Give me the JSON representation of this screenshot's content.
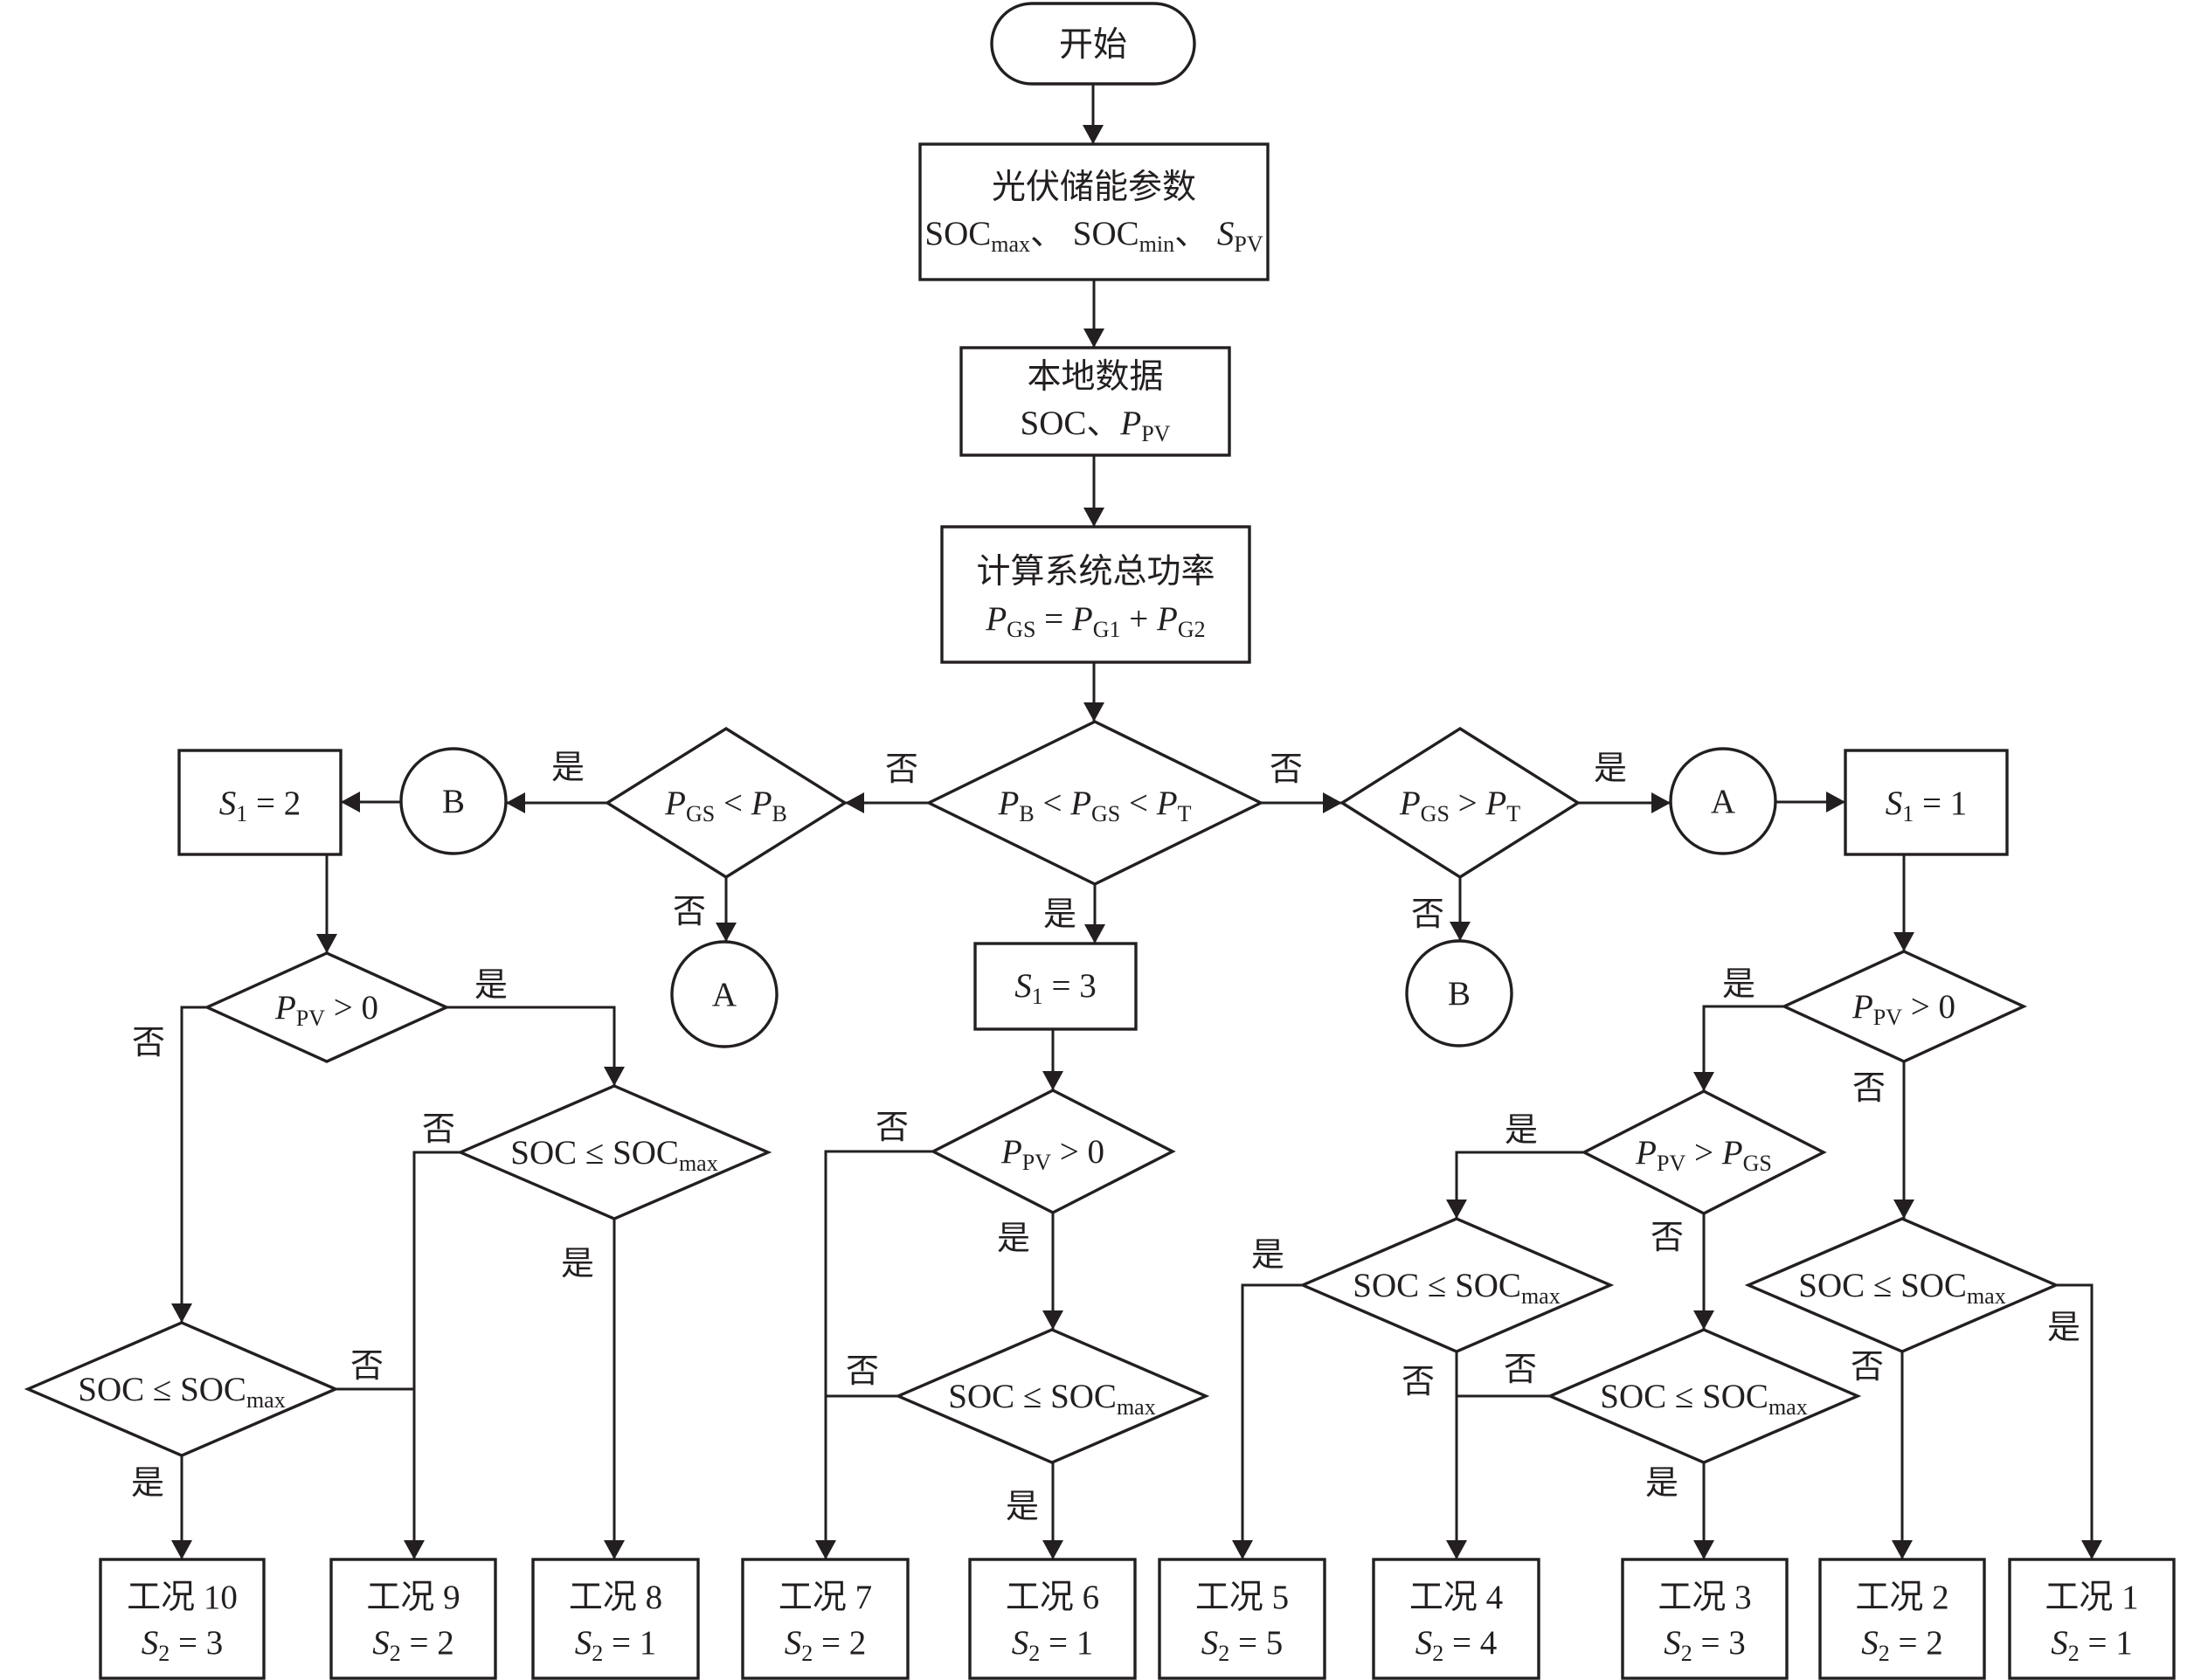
{
  "colors": {
    "stroke": "#231f20",
    "text": "#231f20",
    "background": "#ffffff"
  },
  "nodes": {
    "start": {
      "type": "terminator",
      "lines": [
        [
          {
            "t": "开始"
          }
        ]
      ]
    },
    "pv_storage_params": {
      "type": "process",
      "lines": [
        [
          {
            "t": "光伏储能参数"
          }
        ],
        [
          {
            "t": "SOC"
          },
          {
            "t": "max",
            "sub": true
          },
          {
            "t": "、 SOC"
          },
          {
            "t": "min",
            "sub": true
          },
          {
            "t": "、 "
          },
          {
            "t": "S",
            "var": true
          },
          {
            "t": "PV",
            "sub": true
          }
        ]
      ]
    },
    "local_data": {
      "type": "process",
      "lines": [
        [
          {
            "t": "本地数据"
          }
        ],
        [
          {
            "t": "SOC、"
          },
          {
            "t": "P",
            "var": true
          },
          {
            "t": "PV",
            "sub": true
          }
        ]
      ]
    },
    "calc_total_power": {
      "type": "process",
      "lines": [
        [
          {
            "t": "计算系统总功率"
          }
        ],
        [
          {
            "t": "P",
            "var": true
          },
          {
            "t": "GS",
            "sub": true
          },
          {
            "t": " = "
          },
          {
            "t": "P",
            "var": true
          },
          {
            "t": "G1",
            "sub": true
          },
          {
            "t": " + "
          },
          {
            "t": "P",
            "var": true
          },
          {
            "t": "G2",
            "sub": true
          }
        ]
      ]
    },
    "dec_pgs_between": {
      "type": "decision",
      "lines": [
        [
          {
            "t": "P",
            "var": true
          },
          {
            "t": "B",
            "sub": true
          },
          {
            "t": " < "
          },
          {
            "t": "P",
            "var": true
          },
          {
            "t": "GS",
            "sub": true
          },
          {
            "t": " < "
          },
          {
            "t": "P",
            "var": true
          },
          {
            "t": "T",
            "sub": true
          }
        ]
      ]
    },
    "dec_pgs_below": {
      "type": "decision",
      "lines": [
        [
          {
            "t": "P",
            "var": true
          },
          {
            "t": "GS",
            "sub": true
          },
          {
            "t": " < "
          },
          {
            "t": "P",
            "var": true
          },
          {
            "t": "B",
            "sub": true
          }
        ]
      ]
    },
    "dec_pgs_above": {
      "type": "decision",
      "lines": [
        [
          {
            "t": "P",
            "var": true
          },
          {
            "t": "GS",
            "sub": true
          },
          {
            "t": " > "
          },
          {
            "t": "P",
            "var": true
          },
          {
            "t": "T",
            "sub": true
          }
        ]
      ]
    },
    "conn_b_left": {
      "type": "connector",
      "lines": [
        [
          {
            "t": "B"
          }
        ]
      ]
    },
    "conn_a_right": {
      "type": "connector",
      "lines": [
        [
          {
            "t": "A"
          }
        ]
      ]
    },
    "conn_a_low": {
      "type": "connector",
      "lines": [
        [
          {
            "t": "A"
          }
        ]
      ]
    },
    "conn_b_high": {
      "type": "connector",
      "lines": [
        [
          {
            "t": "B"
          }
        ]
      ]
    },
    "s1_2": {
      "type": "process",
      "lines": [
        [
          {
            "t": "S",
            "var": true
          },
          {
            "t": "1",
            "sub": true
          },
          {
            "t": " = 2"
          }
        ]
      ]
    },
    "s1_3": {
      "type": "process",
      "lines": [
        [
          {
            "t": "S",
            "var": true
          },
          {
            "t": "1",
            "sub": true
          },
          {
            "t": " = 3"
          }
        ]
      ]
    },
    "s1_1": {
      "type": "process",
      "lines": [
        [
          {
            "t": "S",
            "var": true
          },
          {
            "t": "1",
            "sub": true
          },
          {
            "t": " = 1"
          }
        ]
      ]
    },
    "dec_ppv_left": {
      "type": "decision",
      "lines": [
        [
          {
            "t": "P",
            "var": true
          },
          {
            "t": "PV",
            "sub": true
          },
          {
            "t": " > 0"
          }
        ]
      ]
    },
    "dec_soc_left_upper": {
      "type": "decision",
      "lines": [
        [
          {
            "t": "SOC ≤ SOC"
          },
          {
            "t": "max",
            "sub": true
          }
        ]
      ]
    },
    "dec_soc_left_lower": {
      "type": "decision",
      "lines": [
        [
          {
            "t": "SOC ≤ SOC"
          },
          {
            "t": "max",
            "sub": true
          }
        ]
      ]
    },
    "dec_ppv_mid": {
      "type": "decision",
      "lines": [
        [
          {
            "t": "P",
            "var": true
          },
          {
            "t": "PV",
            "sub": true
          },
          {
            "t": " > 0"
          }
        ]
      ]
    },
    "dec_soc_mid": {
      "type": "decision",
      "lines": [
        [
          {
            "t": "SOC ≤ SOC"
          },
          {
            "t": "max",
            "sub": true
          }
        ]
      ]
    },
    "dec_ppv_right": {
      "type": "decision",
      "lines": [
        [
          {
            "t": "P",
            "var": true
          },
          {
            "t": "PV",
            "sub": true
          },
          {
            "t": " > 0"
          }
        ]
      ]
    },
    "dec_ppv_pgs_right": {
      "type": "decision",
      "lines": [
        [
          {
            "t": "P",
            "var": true
          },
          {
            "t": "PV",
            "sub": true
          },
          {
            "t": " > "
          },
          {
            "t": "P",
            "var": true
          },
          {
            "t": "GS",
            "sub": true
          }
        ]
      ]
    },
    "dec_soc_right_a": {
      "type": "decision",
      "lines": [
        [
          {
            "t": "SOC ≤ SOC"
          },
          {
            "t": "max",
            "sub": true
          }
        ]
      ]
    },
    "dec_soc_right_b": {
      "type": "decision",
      "lines": [
        [
          {
            "t": "SOC ≤ SOC"
          },
          {
            "t": "max",
            "sub": true
          }
        ]
      ]
    },
    "dec_soc_right_c": {
      "type": "decision",
      "lines": [
        [
          {
            "t": "SOC ≤ SOC"
          },
          {
            "t": "max",
            "sub": true
          }
        ]
      ]
    },
    "case_10": {
      "type": "outcome",
      "lines": [
        [
          {
            "t": "工况 10"
          }
        ],
        [
          {
            "t": "S",
            "var": true
          },
          {
            "t": "2",
            "sub": true
          },
          {
            "t": " = 3"
          }
        ]
      ]
    },
    "case_9": {
      "type": "outcome",
      "lines": [
        [
          {
            "t": "工况 9"
          }
        ],
        [
          {
            "t": "S",
            "var": true
          },
          {
            "t": "2",
            "sub": true
          },
          {
            "t": " = 2"
          }
        ]
      ]
    },
    "case_8": {
      "type": "outcome",
      "lines": [
        [
          {
            "t": "工况 8"
          }
        ],
        [
          {
            "t": "S",
            "var": true
          },
          {
            "t": "2",
            "sub": true
          },
          {
            "t": " = 1"
          }
        ]
      ]
    },
    "case_7": {
      "type": "outcome",
      "lines": [
        [
          {
            "t": "工况 7"
          }
        ],
        [
          {
            "t": "S",
            "var": true
          },
          {
            "t": "2",
            "sub": true
          },
          {
            "t": " = 2"
          }
        ]
      ]
    },
    "case_6": {
      "type": "outcome",
      "lines": [
        [
          {
            "t": "工况 6"
          }
        ],
        [
          {
            "t": "S",
            "var": true
          },
          {
            "t": "2",
            "sub": true
          },
          {
            "t": " = 1"
          }
        ]
      ]
    },
    "case_5": {
      "type": "outcome",
      "lines": [
        [
          {
            "t": "工况 5"
          }
        ],
        [
          {
            "t": "S",
            "var": true
          },
          {
            "t": "2",
            "sub": true
          },
          {
            "t": " = 5"
          }
        ]
      ]
    },
    "case_4": {
      "type": "outcome",
      "lines": [
        [
          {
            "t": "工况 4"
          }
        ],
        [
          {
            "t": "S",
            "var": true
          },
          {
            "t": "2",
            "sub": true
          },
          {
            "t": " = 4"
          }
        ]
      ]
    },
    "case_3": {
      "type": "outcome",
      "lines": [
        [
          {
            "t": "工况 3"
          }
        ],
        [
          {
            "t": "S",
            "var": true
          },
          {
            "t": "2",
            "sub": true
          },
          {
            "t": " = 3"
          }
        ]
      ]
    },
    "case_2": {
      "type": "outcome",
      "lines": [
        [
          {
            "t": "工况 2"
          }
        ],
        [
          {
            "t": "S",
            "var": true
          },
          {
            "t": "2",
            "sub": true
          },
          {
            "t": " = 2"
          }
        ]
      ]
    },
    "case_1": {
      "type": "outcome",
      "lines": [
        [
          {
            "t": "工况 1"
          }
        ],
        [
          {
            "t": "S",
            "var": true
          },
          {
            "t": "2",
            "sub": true
          },
          {
            "t": " = 1"
          }
        ]
      ]
    }
  },
  "edges": [
    {
      "from": "start",
      "to": "pv_storage_params"
    },
    {
      "from": "pv_storage_params",
      "to": "local_data"
    },
    {
      "from": "local_data",
      "to": "calc_total_power"
    },
    {
      "from": "calc_total_power",
      "to": "dec_pgs_between"
    },
    {
      "from": "dec_pgs_between",
      "to": "dec_pgs_below",
      "label": "否"
    },
    {
      "from": "dec_pgs_between",
      "to": "dec_pgs_above",
      "label": "否"
    },
    {
      "from": "dec_pgs_between",
      "to": "s1_3",
      "label": "是"
    },
    {
      "from": "dec_pgs_below",
      "to": "conn_b_left",
      "label": "是"
    },
    {
      "from": "conn_b_left",
      "to": "s1_2"
    },
    {
      "from": "dec_pgs_below",
      "to": "conn_a_low",
      "label": "否"
    },
    {
      "from": "dec_pgs_above",
      "to": "conn_a_right",
      "label": "是"
    },
    {
      "from": "conn_a_right",
      "to": "s1_1"
    },
    {
      "from": "dec_pgs_above",
      "to": "conn_b_high",
      "label": "否"
    },
    {
      "from": "s1_2",
      "to": "dec_ppv_left"
    },
    {
      "from": "dec_ppv_left",
      "to": "dec_soc_left_upper",
      "label": "是"
    },
    {
      "from": "dec_ppv_left",
      "to": "dec_soc_left_lower",
      "label": "否"
    },
    {
      "from": "dec_soc_left_upper",
      "to": "case_9",
      "label": "否"
    },
    {
      "from": "dec_soc_left_upper",
      "to": "case_8",
      "label": "是"
    },
    {
      "from": "dec_soc_left_lower",
      "to": "case_10",
      "label": "是"
    },
    {
      "from": "dec_soc_left_lower",
      "to": "case_9",
      "label": "否"
    },
    {
      "from": "s1_3",
      "to": "dec_ppv_mid"
    },
    {
      "from": "dec_ppv_mid",
      "to": "case_7",
      "label": "否"
    },
    {
      "from": "dec_ppv_mid",
      "to": "dec_soc_mid",
      "label": "是"
    },
    {
      "from": "dec_soc_mid",
      "to": "case_7",
      "label": "否"
    },
    {
      "from": "dec_soc_mid",
      "to": "case_6",
      "label": "是"
    },
    {
      "from": "s1_1",
      "to": "dec_ppv_right"
    },
    {
      "from": "dec_ppv_right",
      "to": "dec_ppv_pgs_right",
      "label": "是"
    },
    {
      "from": "dec_ppv_right",
      "to": "dec_soc_right_c",
      "label": "否"
    },
    {
      "from": "dec_ppv_pgs_right",
      "to": "dec_soc_right_a",
      "label": "是"
    },
    {
      "from": "dec_ppv_pgs_right",
      "to": "dec_soc_right_b",
      "label": "否"
    },
    {
      "from": "dec_soc_right_a",
      "to": "case_5",
      "label": "是"
    },
    {
      "from": "dec_soc_right_a",
      "to": "case_4",
      "label": "否"
    },
    {
      "from": "dec_soc_right_b",
      "to": "case_4",
      "label": "否"
    },
    {
      "from": "dec_soc_right_b",
      "to": "case_3",
      "label": "是"
    },
    {
      "from": "dec_soc_right_c",
      "to": "case_2",
      "label": "否"
    },
    {
      "from": "dec_soc_right_c",
      "to": "case_1",
      "label": "是"
    }
  ]
}
